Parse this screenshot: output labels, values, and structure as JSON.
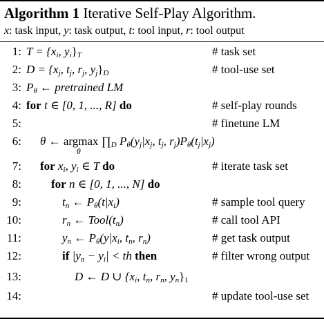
{
  "algorithm": {
    "label": "Algorithm 1",
    "title": "Iterative Self-Play Algorithm.",
    "notation_x": "x",
    "notation_x_desc": ": task input, ",
    "notation_y": "y",
    "notation_y_desc": ": task output, ",
    "notation_t": "t",
    "notation_t_desc": ": tool input, ",
    "notation_r": "r",
    "notation_r_desc": ": tool output"
  },
  "lines": [
    {
      "num": "1:",
      "comment": "# task set"
    },
    {
      "num": "2:",
      "comment": "# tool-use set"
    },
    {
      "num": "3:",
      "comment": ""
    },
    {
      "num": "4:",
      "kw_for": "for",
      "kw_do": "do",
      "comment": "# self-play rounds"
    },
    {
      "num": "5:",
      "comment": "# finetune LM"
    },
    {
      "num": "6:",
      "argmax": "argmax",
      "argmax_sub": "θ",
      "comment": ""
    },
    {
      "num": "7:",
      "kw_for": "for",
      "kw_do": "do",
      "comment": "# iterate task set"
    },
    {
      "num": "8:",
      "kw_for": "for",
      "kw_do": "do",
      "comment": ""
    },
    {
      "num": "9:",
      "comment": "# sample tool query"
    },
    {
      "num": "10:",
      "comment": "# call tool API"
    },
    {
      "num": "11:",
      "comment": "# get task output"
    },
    {
      "num": "12:",
      "kw_if": "if",
      "kw_then": "then",
      "comment": "# filter wrong output"
    },
    {
      "num": "13:",
      "comment": ""
    },
    {
      "num": "14:",
      "comment": "# update tool-use set"
    }
  ],
  "math": {
    "l1": "T = {x",
    "l1_sub1": "i",
    "l1_b": ", y",
    "l1_sub2": "i",
    "l1_c": "}",
    "l1_sub3": "T",
    "l2": "D = {x",
    "l2_sub1": "j",
    "l2_b": ", t",
    "l2_sub2": "j",
    "l2_c": ", r",
    "l2_sub3": "j",
    "l2_d": ", y",
    "l2_sub4": "j",
    "l2_e": "}",
    "l2_sub5": "D",
    "l3": "P",
    "l3_sub": "θ",
    "l3_b": " ← ",
    "l3_c": "pretrained LM",
    "l4": " t ∈ [0, 1, ..., R] ",
    "l6_a": "θ ← ",
    "l6_b": " ∏",
    "l6_sub1": "D",
    "l6_c": " P",
    "l6_sub2": "θ",
    "l6_d": "(y",
    "l6_sub3": "j",
    "l6_e": "|x",
    "l6_sub4": "j",
    "l6_f": ", t",
    "l6_sub5": "j",
    "l6_g": ", r",
    "l6_sub6": "j",
    "l6_h": ")P",
    "l6_sub7": "θ",
    "l6_i": "(t",
    "l6_sub8": "j",
    "l6_j": "|x",
    "l6_sub9": "j",
    "l6_k": ")",
    "l7": " x",
    "l7_sub1": "i",
    "l7_b": ", y",
    "l7_sub2": "i",
    "l7_c": " ∈ T ",
    "l8": " n ∈ [0, 1, ..., N] ",
    "l9": "t",
    "l9_sub1": "n",
    "l9_b": " ← P",
    "l9_sub2": "θ",
    "l9_c": "(t|x",
    "l9_sub3": "i",
    "l9_d": ")",
    "l10": "r",
    "l10_sub1": "n",
    "l10_b": " ← ",
    "l10_c": "Tool",
    "l10_d": "(t",
    "l10_sub2": "n",
    "l10_e": ")",
    "l11": "y",
    "l11_sub1": "n",
    "l11_b": " ← P",
    "l11_sub2": "θ",
    "l11_c": "(y|x",
    "l11_sub3": "i",
    "l11_d": ", t",
    "l11_sub4": "n",
    "l11_e": ", r",
    "l11_sub5": "n",
    "l11_f": ")",
    "l12": " |y",
    "l12_sub1": "n",
    "l12_b": " − y",
    "l12_sub2": "i",
    "l12_c": "| < th ",
    "l13": "D ← D ∪ {x",
    "l13_sub1": "i",
    "l13_b": ", t",
    "l13_sub2": "n",
    "l13_c": ", r",
    "l13_sub3": "n",
    "l13_d": ", y",
    "l13_sub4": "n",
    "l13_e": "}",
    "l13_sub5": "1"
  }
}
